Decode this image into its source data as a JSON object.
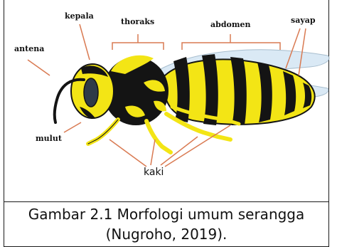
{
  "labels": {
    "antena": "antena",
    "kepala": "kepala",
    "thoraks": "thoraks",
    "abdomen": "abdomen",
    "sayap": "sayap",
    "mulut": "mulut",
    "kaki": "kaki"
  },
  "caption": {
    "line1": "Gambar 2.1 Morfologi umum serangga",
    "line2": "(Nugroho, 2019)."
  },
  "colors": {
    "line": "#d97a52",
    "body_yellow": "#f3e515",
    "body_black": "#141414",
    "wing": "#d6e7f4"
  }
}
